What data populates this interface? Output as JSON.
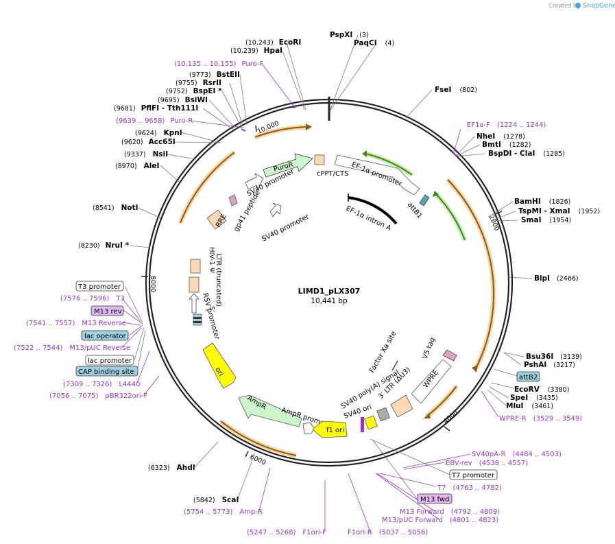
{
  "credit": {
    "text": "Created by",
    "brand": "SnapGene"
  },
  "plasmid": {
    "name": "LIMD1_pLX307",
    "length_label": "10,441 bp"
  },
  "ticks": [
    "10,000",
    "2000",
    "4000",
    "6000",
    "8000"
  ],
  "enzymes": [
    {
      "name": "PspXI",
      "pos": "(3)"
    },
    {
      "name": "PaqCI",
      "pos": "(4)"
    },
    {
      "name": "FseI",
      "pos": "(802)"
    },
    {
      "name": "NheI",
      "pos": "(1278)"
    },
    {
      "name": "BmtI",
      "pos": "(1282)"
    },
    {
      "name": "BspDI - ClaI",
      "pos": "(1285)"
    },
    {
      "name": "BamHI",
      "pos": "(1826)"
    },
    {
      "name": "TspMI - XmaI",
      "pos": "(1952)"
    },
    {
      "name": "SmaI",
      "pos": "(1954)"
    },
    {
      "name": "BlpI",
      "pos": "(2466)"
    },
    {
      "name": "Bsu36I",
      "pos": "(3139)"
    },
    {
      "name": "PshAI",
      "pos": "(3217)"
    },
    {
      "name": "EcoRV",
      "pos": "(3380)"
    },
    {
      "name": "SpeI",
      "pos": "(3435)"
    },
    {
      "name": "MluI",
      "pos": "(3461)"
    },
    {
      "name": "AhdI",
      "pos": "(6323)"
    },
    {
      "name": "ScaI",
      "pos": "(5842)"
    },
    {
      "name": "NruI *",
      "pos": "(8230)"
    },
    {
      "name": "NotI",
      "pos": "(8541)"
    },
    {
      "name": "AleI",
      "pos": "(8970)"
    },
    {
      "name": "NsiI",
      "pos": "(9337)"
    },
    {
      "name": "Acc65I",
      "pos": "(9620)"
    },
    {
      "name": "KpnI",
      "pos": "(9624)"
    },
    {
      "name": "PflFI - Tth111I",
      "pos": "(9681)"
    },
    {
      "name": "BsiWI",
      "pos": "(9695)"
    },
    {
      "name": "BspEI *",
      "pos": "(9752)"
    },
    {
      "name": "RsrII",
      "pos": "(9755)"
    },
    {
      "name": "BstEII",
      "pos": "(9773)"
    },
    {
      "name": "HpaI",
      "pos": "(10,239)"
    },
    {
      "name": "EcoRI",
      "pos": "(10,243)"
    }
  ],
  "primers": [
    {
      "name": "Puro-F",
      "range": "(10,135 .. 10,155)"
    },
    {
      "name": "Puro-R",
      "range": "(9639 .. 9658)"
    },
    {
      "name": "EF1a-F",
      "range": "(1224 .. 1244)"
    },
    {
      "name": "WPRE-R",
      "range": "(3529 .. 3549)"
    },
    {
      "name": "SV40pA-R",
      "range": "(4484 .. 4503)"
    },
    {
      "name": "EBV-rev",
      "range": "(4538 .. 4557)"
    },
    {
      "name": "T7",
      "range": "(4763 .. 4782)"
    },
    {
      "name": "M13 Forward",
      "range": "(4792 .. 4809)"
    },
    {
      "name": "M13/pUC Forward",
      "range": "(4801 .. 4823)"
    },
    {
      "name": "F1ori-R",
      "range": "(5037 .. 5056)"
    },
    {
      "name": "F1ori-F",
      "range": "(5247 .. 5268)"
    },
    {
      "name": "Amp-R",
      "range": "(5754 .. 5773)"
    },
    {
      "name": "T3",
      "range": "(7576 .. 7596)"
    },
    {
      "name": "M13 Reverse",
      "range": "(7541 .. 7557)"
    },
    {
      "name": "M13/pUC Reverse",
      "range": "(7522 .. 7544)"
    },
    {
      "name": "L4440",
      "range": "(7309 .. 7326)"
    },
    {
      "name": "pBR322ori-F",
      "range": "(7056 .. 7075)"
    }
  ],
  "boxed_features": [
    {
      "name": "T3 promoter",
      "fill": "#ffffff"
    },
    {
      "name": "M13 rev",
      "fill": "#e0b8f0"
    },
    {
      "name": "lac operator",
      "fill": "#9fd0e0"
    },
    {
      "name": "lac promoter",
      "fill": "#ffffff"
    },
    {
      "name": "CAP binding site",
      "fill": "#9fd0e0"
    },
    {
      "name": "attB2",
      "fill": "#9fd0e0"
    },
    {
      "name": "T7 promoter",
      "fill": "#ffffff"
    },
    {
      "name": "M13 fwd",
      "fill": "#e0b8f0"
    }
  ],
  "features": [
    {
      "name": "cPPT/CTS"
    },
    {
      "name": "EF-1α promoter"
    },
    {
      "name": "attB1"
    },
    {
      "name": "EF-1α intron A"
    },
    {
      "name": "PuroR"
    },
    {
      "name": "SV40 promoter"
    },
    {
      "name": "SV40 promoter"
    },
    {
      "name": "RRE"
    },
    {
      "name": "gp41 peptide"
    },
    {
      "name": "HIV-1 Ψ"
    },
    {
      "name": "LTR (truncated)"
    },
    {
      "name": "5′"
    },
    {
      "name": "RSV promoter"
    },
    {
      "name": "ori"
    },
    {
      "name": "AmpR"
    },
    {
      "name": "AmpR promoter"
    },
    {
      "name": "f1 ori"
    },
    {
      "name": "SV40 ori"
    },
    {
      "name": "SV40 poly(A) signal"
    },
    {
      "name": "3′ LTR (ΔU3)"
    },
    {
      "name": "WPRE"
    },
    {
      "name": "V5 tag"
    },
    {
      "name": "Factor Xa site"
    }
  ],
  "colors": {
    "backbone": "#222222",
    "primer": "#9933cc",
    "orf_orange": "#f7c47a",
    "orf_border": "#8b5a14",
    "promoter_green": "#b7e4a0",
    "promoter_white": "#ffffff",
    "ori_yellow": "#ffff00",
    "amp_green": "#ccf5cc",
    "ltr_peach": "#fdd9b5",
    "gray_ori": "#aaaaaa"
  }
}
